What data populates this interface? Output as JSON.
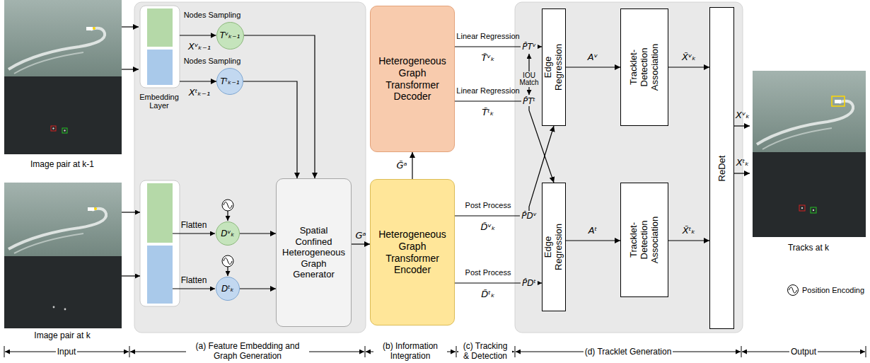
{
  "diagram": {
    "nodes": [
      {
        "text": [
          "Image pair at k-1"
        ]
      },
      {
        "text": [
          "Embedding Layer"
        ]
      },
      {
        "text": [
          "Tᵛₖ₋₁"
        ]
      },
      {
        "text": [
          "Tᵗₖ₋₁"
        ]
      },
      {
        "text": [
          "Image pair at k"
        ]
      },
      {
        "text": [
          "Dᵛₖ"
        ]
      },
      {
        "text": [
          "Dᵗₖ"
        ]
      },
      {
        "text": [
          "Spatial Confined Heterogeneous Graph Generator"
        ]
      },
      {
        "text": [
          "Heterogeneous Graph Transformer Decoder"
        ]
      },
      {
        "text": [
          "Heterogeneous Graph Transformer Encoder"
        ]
      },
      {
        "text": [
          "Edge Regression"
        ]
      },
      {
        "text": [
          "Tracklet- Detection Association"
        ]
      },
      {
        "text": [
          "Edge Regression"
        ]
      },
      {
        "text": [
          "Tracklet- Detection Association"
        ]
      },
      {
        "text": [
          "ReDet"
        ]
      },
      {
        "text": [
          "Tracks at k"
        ]
      }
    ],
    "edges": [
      {
        "from": 0,
        "to": 1,
        "arrow": "to"
      },
      {
        "from": 0,
        "to": 1,
        "arrow": "to"
      },
      {
        "from": 1,
        "to": 2,
        "arrow": "to",
        "label": "Nodes Sampling"
      },
      {
        "from": 1,
        "to": 3,
        "arrow": "to",
        "label": "Nodes Sampling"
      },
      {
        "from": 2,
        "to": 7,
        "arrow": "to"
      },
      {
        "from": 3,
        "to": 7,
        "arrow": "to"
      },
      {
        "from": 5,
        "to": 7,
        "arrow": "to"
      },
      {
        "from": 6,
        "to": 7,
        "arrow": "to"
      },
      {
        "from": 7,
        "to": 9,
        "arrow": "to",
        "label": "Gᵃ"
      },
      {
        "from": 9,
        "to": 8,
        "arrow": "to",
        "label": "G̃ᵃ"
      },
      {
        "from": 8,
        "to": 10,
        "arrow": "to",
        "label": "Linear Regression"
      },
      {
        "from": 8,
        "to": 12,
        "arrow": "to",
        "label": "Linear Regression"
      },
      {
        "from": 9,
        "to": 10,
        "arrow": "to",
        "label": "Post Process"
      },
      {
        "from": 9,
        "to": 12,
        "arrow": "to",
        "label": "Post Process"
      },
      {
        "from": 10,
        "to": 11,
        "arrow": "to",
        "label": "Aᵛ"
      },
      {
        "from": 12,
        "to": 13,
        "arrow": "to",
        "label": "Aᵗ"
      },
      {
        "from": 11,
        "to": 14,
        "arrow": "to",
        "label": "X̃ᵛₖ"
      },
      {
        "from": 13,
        "to": 14,
        "arrow": "to",
        "label": "X̃ᵗₖ"
      },
      {
        "from": 14,
        "to": 15,
        "arrow": "to",
        "label": "Xᵛₖ"
      },
      {
        "from": 14,
        "to": 15,
        "arrow": "to",
        "label": "Xᵗₖ"
      }
    ],
    "labels": [
      "Xᵛₖ₋₁",
      "Xᵗₖ₋₁",
      "Flatten",
      "Flatten",
      "T̃ᵛₖ",
      "T̃ᵗₖ",
      "P̂Tᵛ",
      "IOU Match",
      "P̂Tᵗ",
      "D̃ᵛₖ",
      "P̂Dᵛ",
      "D̃ᵗₖ",
      "P̂Dᵗ",
      "Input",
      "(a) Feature Embedding and Graph Generation",
      "(b) Information Integration",
      "(c) Tracking & Detection",
      "(d) Tracklet Generation",
      "Output"
    ],
    "legend": [
      {
        "text": "Position Encoding"
      }
    ]
  }
}
